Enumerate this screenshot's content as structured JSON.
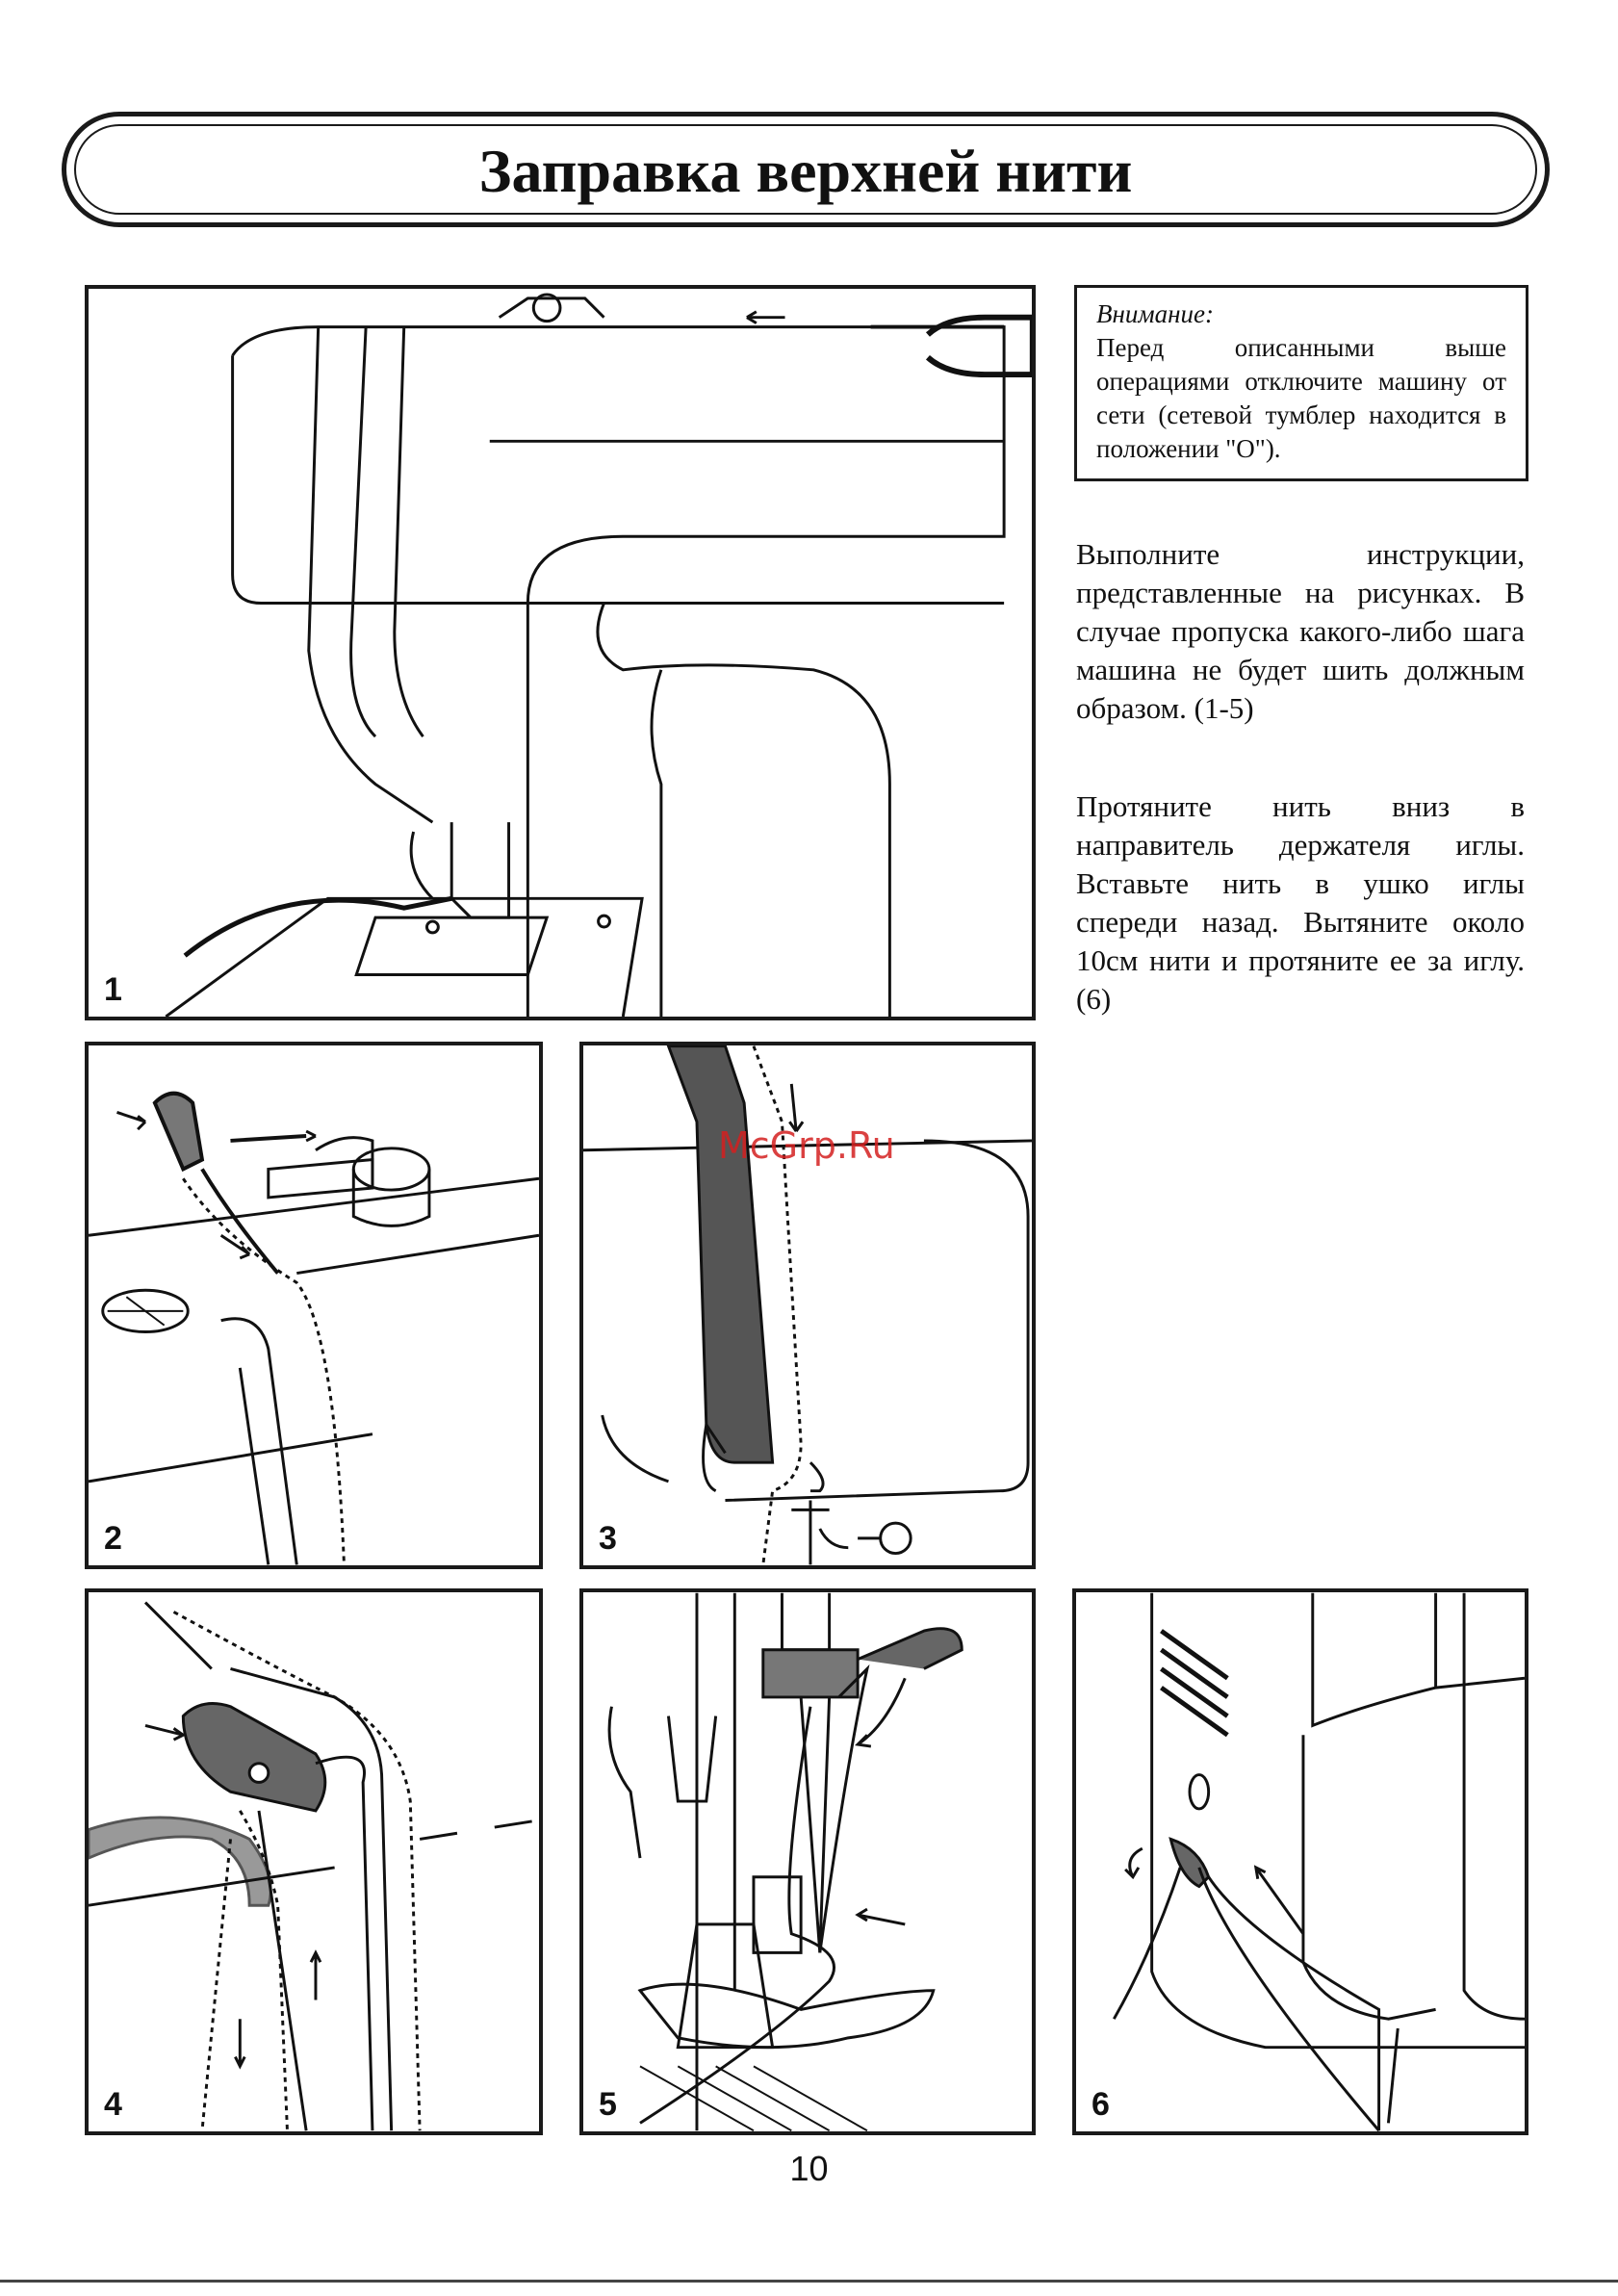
{
  "title": "Заправка верхней нити",
  "notice": {
    "heading": "Внимание:",
    "body": "Перед описанными выше операциями отключите машину от сети (сетевой тумблер находится в положении \"O\")."
  },
  "paragraphs": [
    "Выполните инструкции, представленные на рисунках. В случае пропуска какого-либо шага машина не будет шить должным образом. (1-5)",
    "Протяните нить вниз в направитель держателя иглы. Вставьте нить в ушко иглы спереди назад. Вытяните около 10см нити и протяните ее за иглу. (6)"
  ],
  "figures": [
    {
      "number": "1",
      "icon": "sewing-machine-threading-overview"
    },
    {
      "number": "2",
      "icon": "thread-guide-spool-pin"
    },
    {
      "number": "3",
      "icon": "tension-channel-u-turn"
    },
    {
      "number": "4",
      "icon": "take-up-lever"
    },
    {
      "number": "5",
      "icon": "needle-bar-guide"
    },
    {
      "number": "6",
      "icon": "thread-cutter"
    }
  ],
  "watermark": "McGrp.Ru",
  "page_number": "10"
}
